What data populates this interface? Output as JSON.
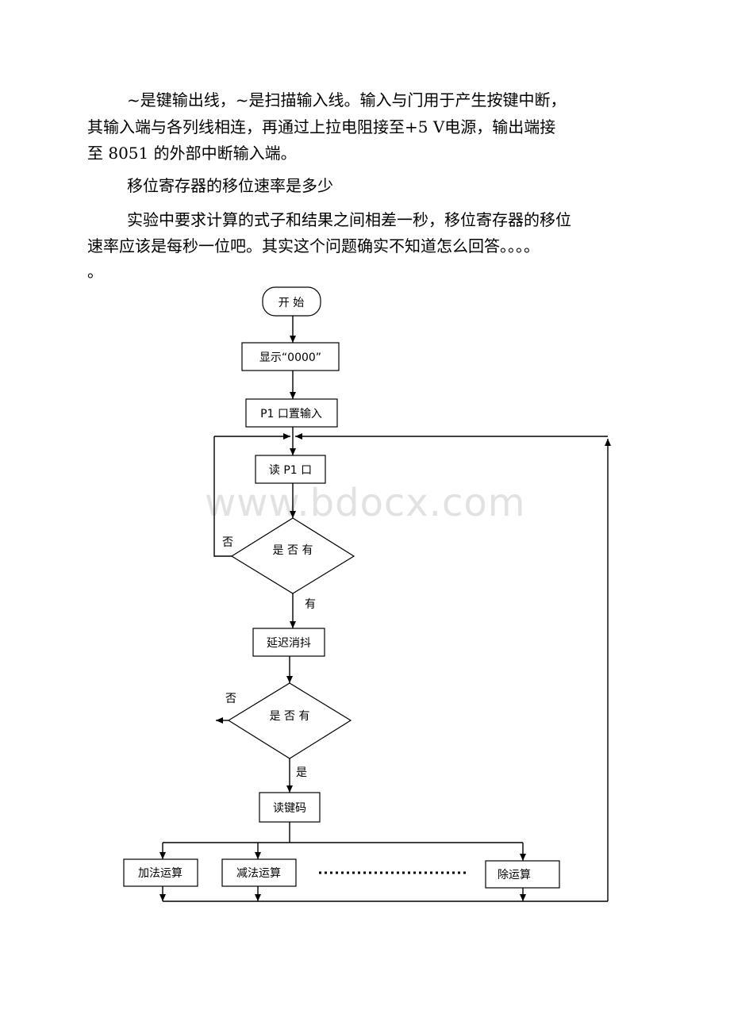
{
  "paragraphs": {
    "p1_line1": "~是键输出线，~是扫描输入线。输入与门用于产生按键中断，",
    "p1_line2": "其输入端与各列线相连，再通过上拉电阻接至+5 V电源，输出端接",
    "p1_line3": "至 8051 的外部中断输入端。",
    "p2": "移位寄存器的移位速率是多少",
    "p3_line1": "实验中要求计算的式子和结果之间相差一秒，移位寄存器的移位",
    "p3_line2": "速率应该是每秒一位吧。其实这个问题确实不知道怎么回答。。。。",
    "p3_line3": "。"
  },
  "watermark": "www.bdocx.com",
  "flowchart": {
    "start": "开  始",
    "display": "显示“0000”",
    "p1_input": "P1 口置输入",
    "read_p1": "读 P1 口",
    "decision1": "是 否 有",
    "decision1_no": "否",
    "decision1_yes": "有",
    "debounce": "延迟消抖",
    "decision2": "是 否 有",
    "decision2_no": "否",
    "decision2_yes": "是",
    "read_key": "读键码",
    "ops": {
      "add": "加法运算",
      "sub": "减法运算",
      "div": "除运算"
    }
  }
}
